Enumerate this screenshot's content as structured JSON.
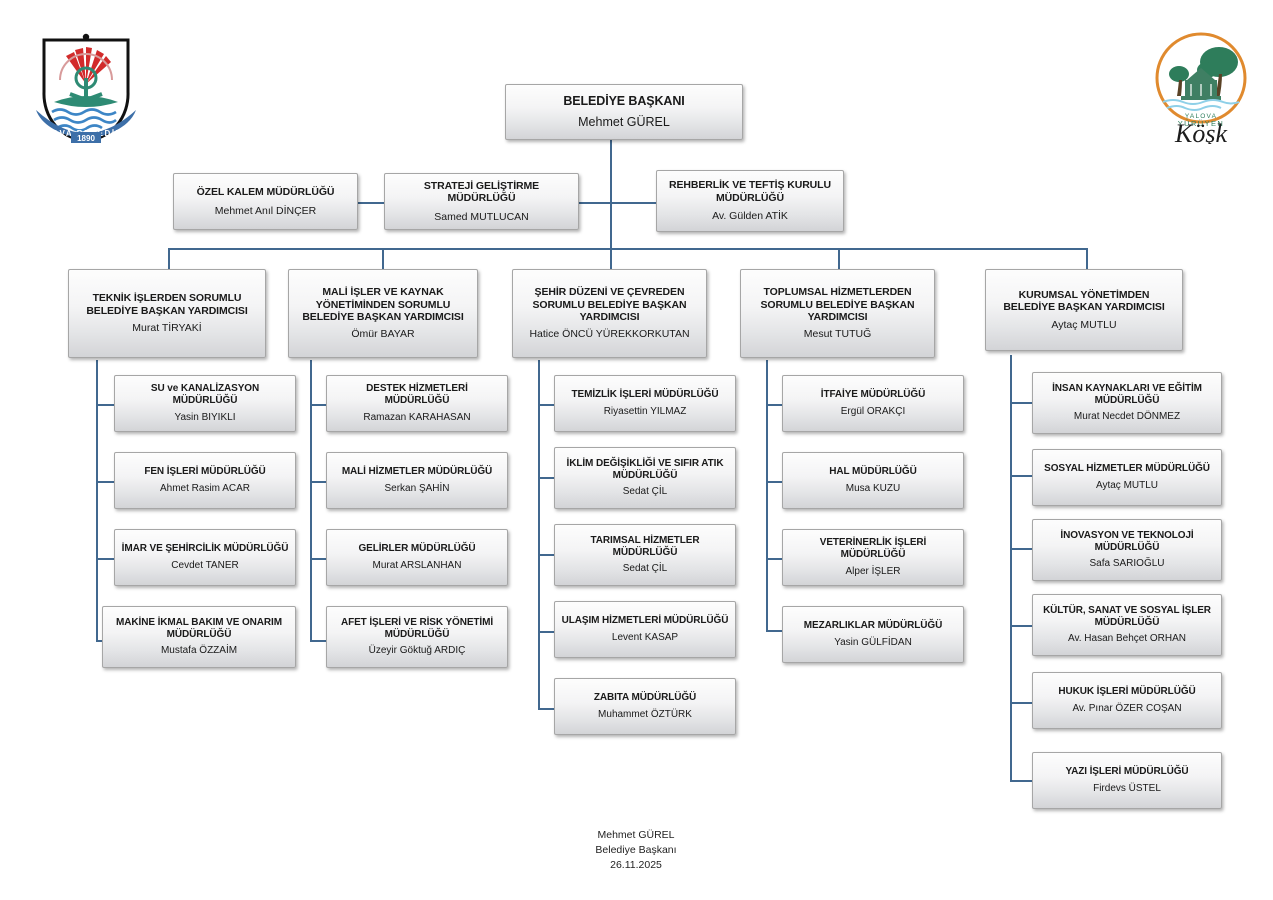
{
  "logos": {
    "left": {
      "name": "yalova-belediyesi-crest",
      "ribbon_text": "YALOVA BELEDİYESİ",
      "year": "1890"
    },
    "right": {
      "name": "yalova-yuruyen-kosk-emblem",
      "top_text": "YALOVA",
      "mid_text": "YÜRÜYEN",
      "script_text": "Köşk"
    }
  },
  "mayor": {
    "title": "BELEDİYE BAŞKANI",
    "person": "Mehmet GÜREL"
  },
  "staff": [
    {
      "title": "ÖZEL KALEM MÜDÜRLÜĞÜ",
      "person": "Mehmet Anıl DİNÇER"
    },
    {
      "title": "STRATEJİ GELİŞTİRME MÜDÜRLÜĞÜ",
      "person": "Samed MUTLUCAN"
    },
    {
      "title": "REHBERLİK VE TEFTİŞ KURULU MÜDÜRLÜĞÜ",
      "person": "Av. Gülden ATİK"
    }
  ],
  "deputies": [
    {
      "title": "TEKNİK İŞLERDEN SORUMLU BELEDİYE BAŞKAN YARDIMCISI",
      "person": "Murat TİRYAKİ",
      "departments": [
        {
          "title": "SU ve KANALİZASYON MÜDÜRLÜĞÜ",
          "person": "Yasin BIYIKLI"
        },
        {
          "title": "FEN İŞLERİ MÜDÜRLÜĞÜ",
          "person": "Ahmet Rasim ACAR"
        },
        {
          "title": "İMAR VE ŞEHİRCİLİK MÜDÜRLÜĞÜ",
          "person": "Cevdet TANER"
        },
        {
          "title": "MAKİNE İKMAL BAKIM VE ONARIM MÜDÜRLÜĞÜ",
          "person": "Mustafa ÖZZAİM"
        }
      ]
    },
    {
      "title": "MALİ İŞLER VE KAYNAK YÖNETİMİNDEN SORUMLU BELEDİYE BAŞKAN YARDIMCISI",
      "person": "Ömür BAYAR",
      "departments": [
        {
          "title": "DESTEK HİZMETLERİ MÜDÜRLÜĞÜ",
          "person": "Ramazan KARAHASAN"
        },
        {
          "title": "MALİ HİZMETLER MÜDÜRLÜĞÜ",
          "person": "Serkan ŞAHİN"
        },
        {
          "title": "GELİRLER MÜDÜRLÜĞÜ",
          "person": "Murat ARSLANHAN"
        },
        {
          "title": "AFET İŞLERİ VE RİSK YÖNETİMİ MÜDÜRLÜĞÜ",
          "person": "Üzeyir Göktuğ ARDIÇ"
        }
      ]
    },
    {
      "title": "ŞEHİR DÜZENİ VE ÇEVREDEN SORUMLU BELEDİYE BAŞKAN YARDIMCISI",
      "person": "Hatice ÖNCÜ YÜREKKORKUTAN",
      "departments": [
        {
          "title": "TEMİZLİK İŞLERİ MÜDÜRLÜĞÜ",
          "person": "Riyasettin YILMAZ"
        },
        {
          "title": "İKLİM DEĞİŞİKLİĞİ VE SIFIR ATIK MÜDÜRLÜĞÜ",
          "person": "Sedat ÇİL"
        },
        {
          "title": "TARIMSAL HİZMETLER MÜDÜRLÜĞÜ",
          "person": "Sedat ÇİL"
        },
        {
          "title": "ULAŞIM HİZMETLERİ MÜDÜRLÜĞÜ",
          "person": "Levent KASAP"
        },
        {
          "title": "ZABITA MÜDÜRLÜĞÜ",
          "person": "Muhammet ÖZTÜRK"
        }
      ]
    },
    {
      "title": "TOPLUMSAL HİZMETLERDEN SORUMLU BELEDİYE BAŞKAN YARDIMCISI",
      "person": "Mesut TUTUĞ",
      "departments": [
        {
          "title": "İTFAİYE MÜDÜRLÜĞÜ",
          "person": "Ergül ORAKÇI"
        },
        {
          "title": "HAL MÜDÜRLÜĞÜ",
          "person": "Musa KUZU"
        },
        {
          "title": "VETERİNERLİK İŞLERİ MÜDÜRLÜĞÜ",
          "person": "Alper İŞLER"
        },
        {
          "title": "MEZARLIKLAR MÜDÜRLÜĞÜ",
          "person": "Yasin GÜLFİDAN"
        }
      ]
    },
    {
      "title": "KURUMSAL YÖNETİMDEN BELEDİYE BAŞKAN YARDIMCISI",
      "person": "Aytaç MUTLU",
      "departments": [
        {
          "title": "İNSAN KAYNAKLARI VE EĞİTİM MÜDÜRLÜĞÜ",
          "person": "Murat Necdet DÖNMEZ"
        },
        {
          "title": "SOSYAL HİZMETLER MÜDÜRLÜĞÜ",
          "person": "Aytaç MUTLU"
        },
        {
          "title": "İNOVASYON VE TEKNOLOJİ MÜDÜRLÜĞÜ",
          "person": "Safa SARIOĞLU"
        },
        {
          "title": "KÜLTÜR, SANAT VE SOSYAL İŞLER MÜDÜRLÜĞÜ",
          "person": "Av. Hasan Behçet ORHAN"
        },
        {
          "title": "HUKUK İŞLERİ MÜDÜRLÜĞÜ",
          "person": "Av. Pınar ÖZER COŞAN"
        },
        {
          "title": "YAZI İŞLERİ MÜDÜRLÜĞÜ",
          "person": "Firdevs ÜSTEL"
        }
      ]
    }
  ],
  "footer": {
    "name": "Mehmet GÜREL",
    "role": "Belediye Başkanı",
    "date": "26.11.2025"
  },
  "colors": {
    "connector": "#41688f",
    "box_border": "#a6a6a6"
  }
}
